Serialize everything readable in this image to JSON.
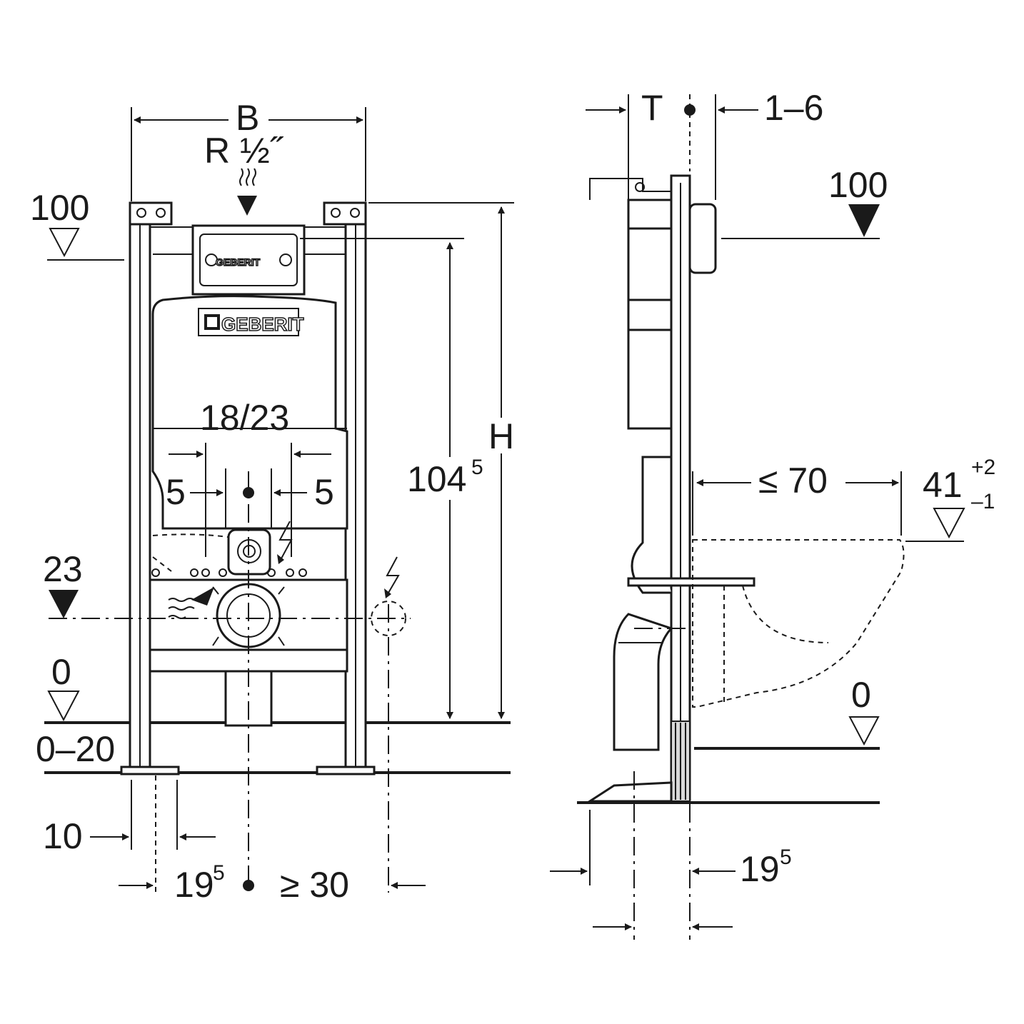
{
  "front_view": {
    "width_label": "B",
    "water_supply_label": "R ½˝",
    "level_upper": "100",
    "level_drain": "23",
    "level_floor": "0",
    "floor_range": "0–20",
    "flush_height_base": "104",
    "flush_height_sup": "5",
    "total_height": "H",
    "connection_spacing": "18/23",
    "offset_left": "5",
    "offset_right": "5",
    "leg_offset": "10",
    "center_offset_base": "19",
    "center_offset_sup": "5",
    "min_side_clearance": "≥ 30",
    "brand_plate": "GEBERIT",
    "brand_button": "GEBERIT"
  },
  "side_view": {
    "depth_label": "T",
    "wall_gap": "1–6",
    "level_upper": "100",
    "max_projection": "≤ 70",
    "seat_height": "41",
    "seat_tol_plus": "+2",
    "seat_tol_minus": "–1",
    "level_floor": "0",
    "bottom_offset_base": "19",
    "bottom_offset_sup": "5"
  },
  "icons": [
    "water-wave-icon",
    "electrical-flash-icon",
    "level-marker-icon",
    "dimension-arrow-icon"
  ]
}
